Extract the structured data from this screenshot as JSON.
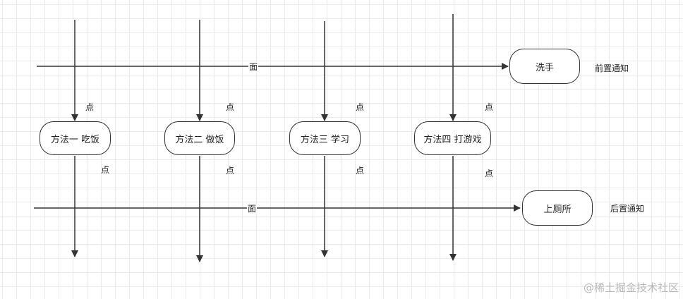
{
  "flow": {
    "start": "洗手",
    "end": "上厕所",
    "before_label": "前置通知",
    "after_label": "后置通知",
    "plane_label": "面",
    "point_label": "点",
    "methods": [
      {
        "label": "方法一 吃饭"
      },
      {
        "label": "方法二 做饭"
      },
      {
        "label": "方法三 学习"
      },
      {
        "label": "方法四 打游戏"
      }
    ]
  },
  "watermark": "@稀土掘金技术社区"
}
